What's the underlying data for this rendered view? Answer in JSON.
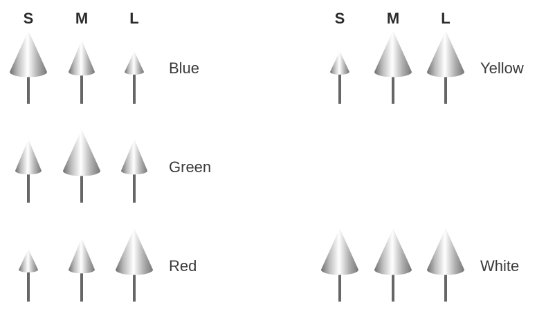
{
  "headers": {
    "left": [
      "S",
      "M",
      "L"
    ],
    "right": [
      "S",
      "M",
      "L"
    ]
  },
  "groups": [
    {
      "label": "Blue",
      "sizes": [
        "large",
        "medium",
        "small"
      ]
    },
    {
      "label": "Green",
      "sizes": [
        "medium",
        "large",
        "medium"
      ]
    },
    {
      "label": "Red",
      "sizes": [
        "small",
        "medium",
        "large"
      ]
    },
    {
      "label": "Yellow",
      "sizes": [
        "small",
        "large",
        "large"
      ]
    },
    {
      "label": "White",
      "sizes": [
        "large",
        "large",
        "large"
      ]
    }
  ],
  "colors": {
    "cone_light": "#ffffff",
    "cone_dark": "#7a7a7a",
    "stem": "#666666",
    "text": "#2b2b2b"
  }
}
